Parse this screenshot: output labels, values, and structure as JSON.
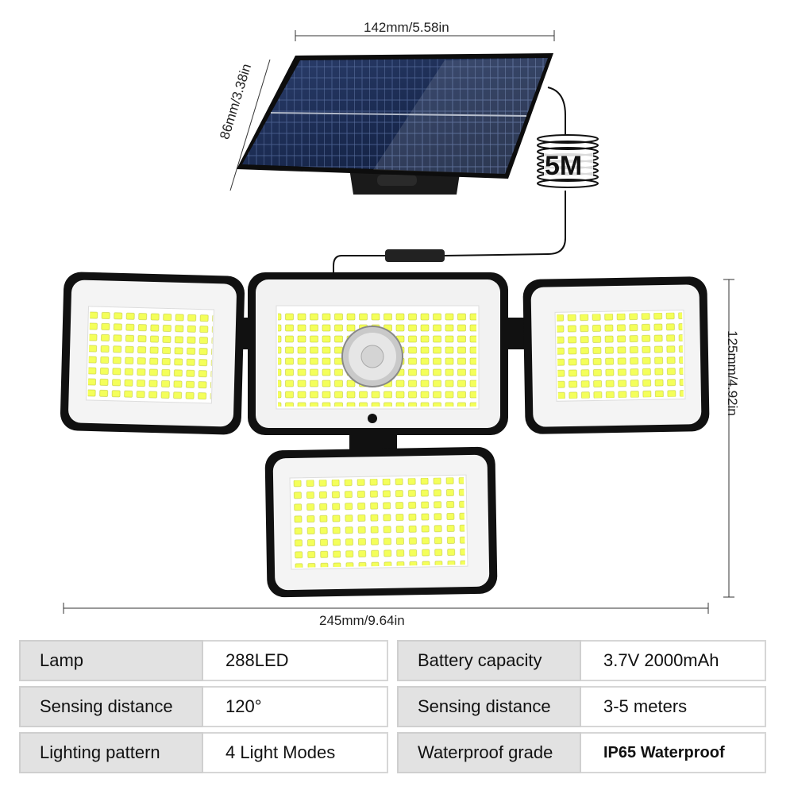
{
  "dimensions": {
    "panel_width": "142mm/5.58in",
    "panel_height": "86mm/3.38in",
    "cable_length": "5M",
    "light_height": "125mm/4.92in",
    "total_width": "245mm/9.64in"
  },
  "specs_left": [
    {
      "label": "Lamp",
      "value": "288LED"
    },
    {
      "label": "Sensing distance",
      "value": "120°"
    },
    {
      "label": "Lighting pattern",
      "value": "4 Light Modes"
    }
  ],
  "specs_right": [
    {
      "label": "Battery capacity",
      "value": "3.7V 2000mAh"
    },
    {
      "label": "Sensing distance",
      "value": "3-5 meters"
    },
    {
      "label": "Waterproof grade",
      "value": "IP65 Waterproof"
    }
  ],
  "colors": {
    "solar_cell": "#1e2f58",
    "frame": "#111111",
    "led": "#f4ff5a"
  }
}
